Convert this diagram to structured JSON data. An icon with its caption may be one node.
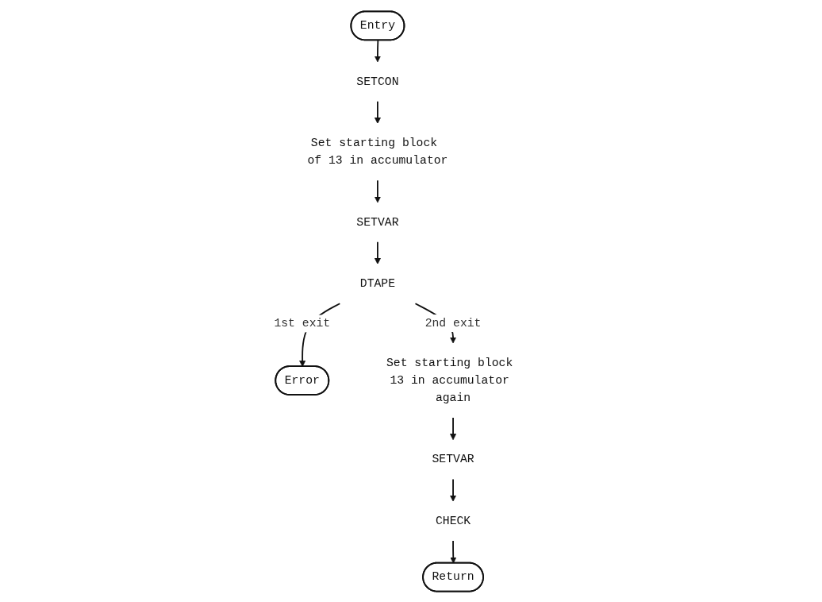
{
  "diagram": {
    "nodes": [
      {
        "text": [
          "Entry"
        ]
      },
      {
        "text": [
          "SETCON"
        ]
      },
      {
        "text": [
          "Set starting block of 13 in accumulator"
        ]
      },
      {
        "text": [
          "SETVAR"
        ]
      },
      {
        "text": [
          "DTAPE"
        ]
      },
      {
        "text": [
          "Error"
        ]
      },
      {
        "text": [
          "Set starting block 13 in accumulator again"
        ]
      },
      {
        "text": [
          "SETVAR"
        ]
      },
      {
        "text": [
          "CHECK"
        ]
      },
      {
        "text": [
          "Return"
        ]
      }
    ],
    "edges": [
      {
        "from": 0,
        "to": 1,
        "arrow": "to"
      },
      {
        "from": 1,
        "to": 2,
        "arrow": "to"
      },
      {
        "from": 2,
        "to": 3,
        "arrow": "to"
      },
      {
        "from": 3,
        "to": 4,
        "arrow": "to"
      },
      {
        "from": 4,
        "to": 5,
        "arrow": "to",
        "label": "1st exit"
      },
      {
        "from": 4,
        "to": 6,
        "arrow": "to",
        "label": "2nd exit"
      },
      {
        "from": 6,
        "to": 7,
        "arrow": "to"
      },
      {
        "from": 7,
        "to": 8,
        "arrow": "to"
      },
      {
        "from": 8,
        "to": 9,
        "arrow": "to"
      }
    ]
  }
}
